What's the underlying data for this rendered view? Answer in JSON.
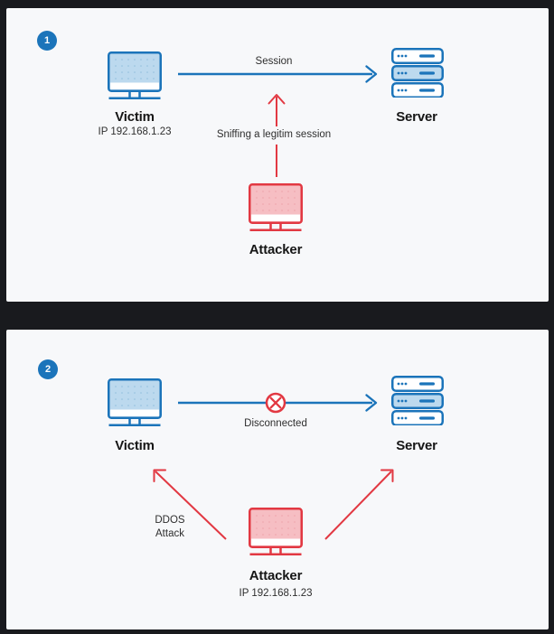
{
  "colors": {
    "blue": "#1b74ba",
    "blue_light": "#bcd9ee",
    "red": "#e23842",
    "red_light": "#f6bec3",
    "panel_bg": "#f7f8fa",
    "outer_bg": "#191a1e",
    "text_strong": "#161616",
    "text_soft": "#2e2e2e"
  },
  "panels": [
    {
      "badge": "1",
      "session_label": "Session",
      "attack_label": "Sniffing a legitim session",
      "victim": {
        "label": "Victim",
        "ip": "IP 192.168.1.23"
      },
      "server": {
        "label": "Server"
      },
      "attacker": {
        "label": "Attacker"
      }
    },
    {
      "badge": "2",
      "session_label": "Disconnected",
      "attack_label_line1": "DDOS",
      "attack_label_line2": "Attack",
      "victim": {
        "label": "Victim"
      },
      "server": {
        "label": "Server"
      },
      "attacker": {
        "label": "Attacker",
        "ip": "IP 192.168.1.23"
      }
    }
  ]
}
